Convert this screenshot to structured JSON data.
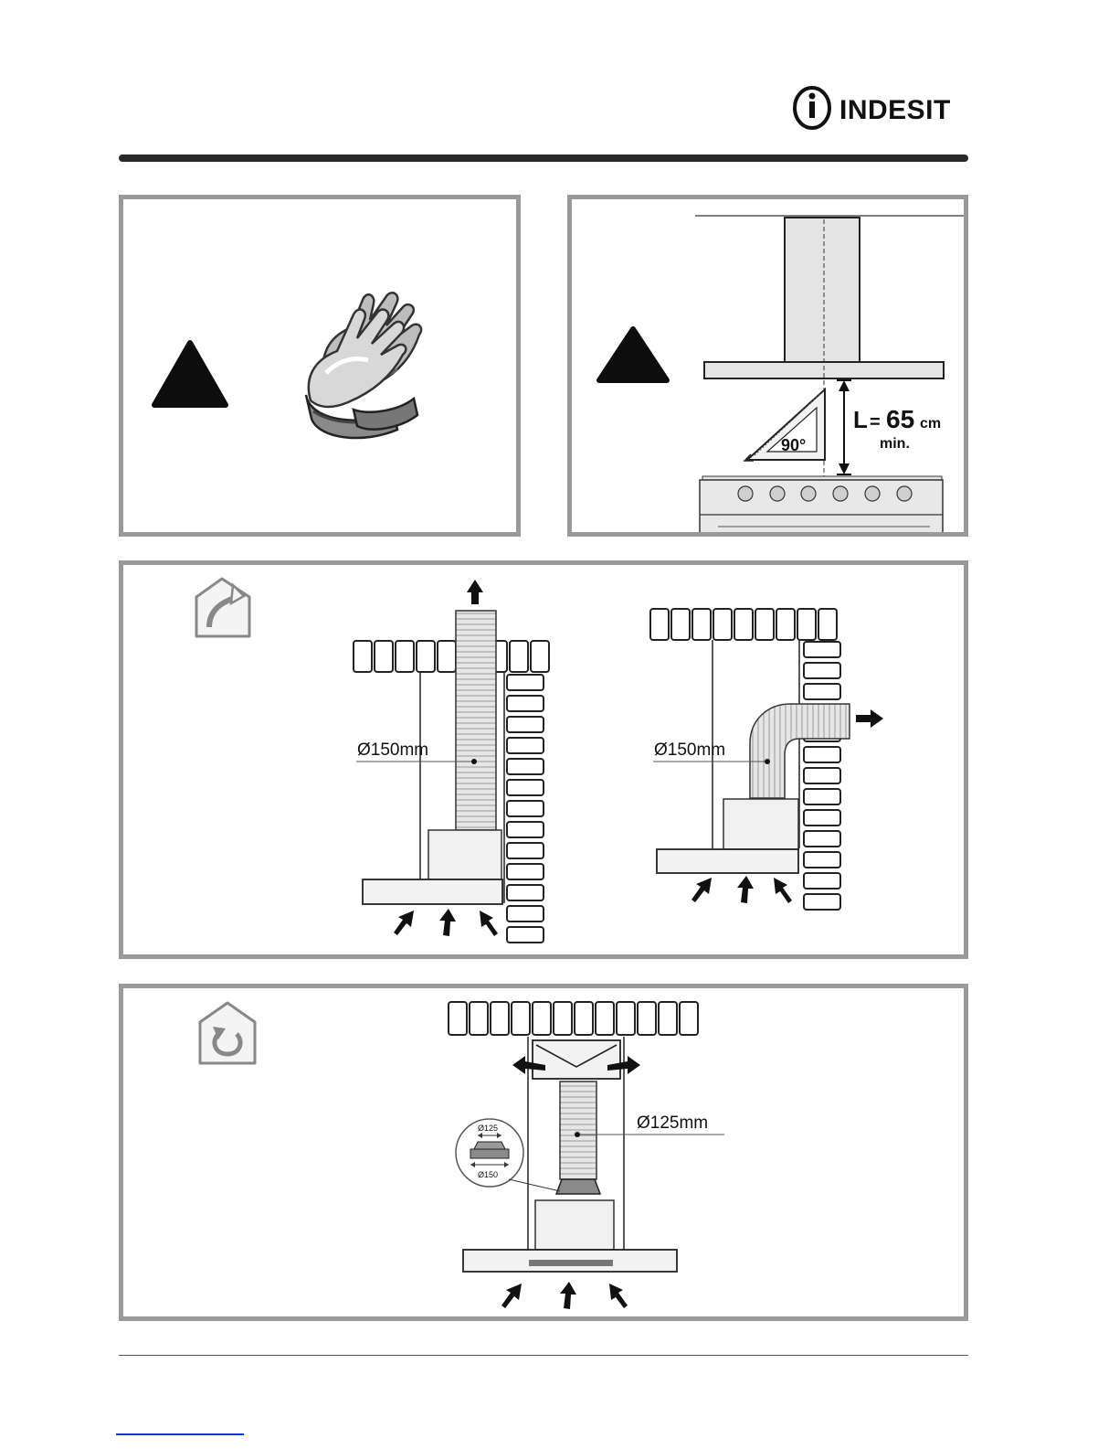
{
  "header": {
    "logo_text": "INDESIT",
    "logo_icon": "indesit-i-logo"
  },
  "panel_top_left": {
    "warning_icon": "warning-triangle-icon",
    "illustration": "protective-gloves"
  },
  "panel_top_right": {
    "warning_icon": "warning-triangle-icon",
    "angle_label": "90°",
    "distance_letter": "L",
    "distance_equals": "=",
    "distance_value": "65",
    "distance_unit": "cm",
    "distance_min": "min."
  },
  "panel_middle": {
    "mode_icon": "ducted-extraction-house-icon",
    "left_diagram": {
      "duct_label": "Ø150mm"
    },
    "right_diagram": {
      "duct_label": "Ø150mm"
    }
  },
  "panel_bottom": {
    "mode_icon": "recirculation-house-icon",
    "duct_label": "Ø125mm",
    "adapter_top_label": "Ø125",
    "adapter_bottom_label": "Ø150"
  },
  "colors": {
    "frame": "#9a9a9a",
    "rule": "#2a2a2a",
    "hood_fill": "#e4e4e4",
    "footer_link": "#1a33d6"
  }
}
